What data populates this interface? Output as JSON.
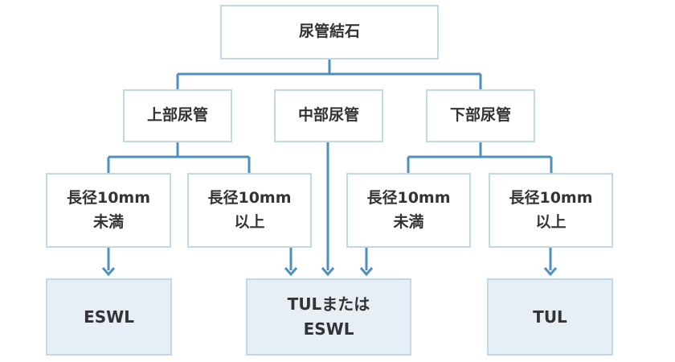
{
  "diagram": {
    "root": "尿管結石",
    "sites": {
      "upper": "上部尿管",
      "middle": "中部尿管",
      "lower": "下部尿管"
    },
    "size_conditions": [
      {
        "line1": "長径10mm",
        "line2": "未満"
      },
      {
        "line1": "長径10mm",
        "line2": "以上"
      },
      {
        "line1": "長径10mm",
        "line2": "未満"
      },
      {
        "line1": "長径10mm",
        "line2": "以上"
      }
    ],
    "treatments": {
      "left": {
        "line1": "ESWL"
      },
      "center": {
        "line1": "TULまたは",
        "line2": "ESWL"
      },
      "right": {
        "line1": "TUL"
      }
    },
    "colors": {
      "connector": "#4d8fbd",
      "box_border": "#c3d8e6",
      "result_fill": "#e6eff6",
      "text": "#333333"
    }
  }
}
